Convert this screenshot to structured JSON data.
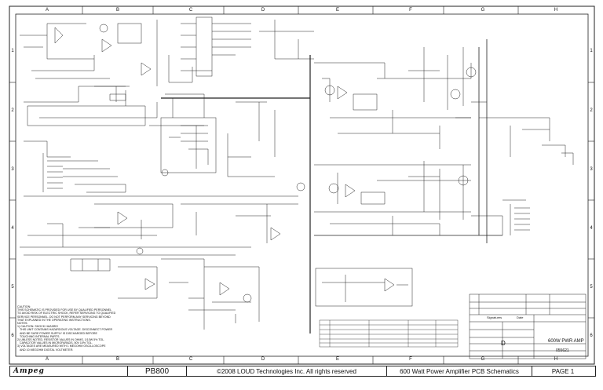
{
  "zones": {
    "columns": [
      "A",
      "B",
      "C",
      "D",
      "E",
      "F",
      "G",
      "H"
    ],
    "rows": [
      "1",
      "2",
      "3",
      "4",
      "5",
      "6"
    ]
  },
  "caution_text": "CAUTION:\nTHIS SCHEMATIC IS PROVIDED FOR USE BY QUALIFIED PERSONNEL\nTO AVOID RISK OF ELECTRIC SHOCK, REFER SERVICING TO QUALIFIED\nSERVICE PERSONNEL. DO NOT PERFORM ANY SERVICING BEYOND\nTHAT EXPLAINED IN THE OPERATING INSTRUCTIONS.\nNOTES:\n1) CAUTION: SHOCK HAZARD!\n   THIS UNIT CONTAINS HAZARDOUS VOLTAGE. DISCONNECT POWER\n   AND BE SURE POWER SUPPLY IS DISCHARGED BEFORE\n   TOUCHING INTERNAL PARTS.\n2) UNLESS NOTED, RESISTOR VALUES IN OHMS, 1/10W 5% TOL.\n   CAPACITOR VALUES IN MICROFARADS, 50V 10% TOL.\n3) VOLTAGES ARE MEASURED WITH 1 MEGOHM OSCILLOSCOPE\n   AND 10 MEGOHM DIGITAL VOLTMETER.",
  "title_bar": {
    "brand": "Ampeg",
    "model": "PB800",
    "copyright": "©2008 LOUD Technologies Inc. All rights reserved",
    "description": "600 Watt Power Amplifier PCB Schematics",
    "page": "PAGE 1"
  },
  "title_block": {
    "sheet_title": "600W PWR AMP",
    "size": "D",
    "drawing_number": "055621",
    "signatures_label": "Signatures",
    "date_label": "Date"
  }
}
